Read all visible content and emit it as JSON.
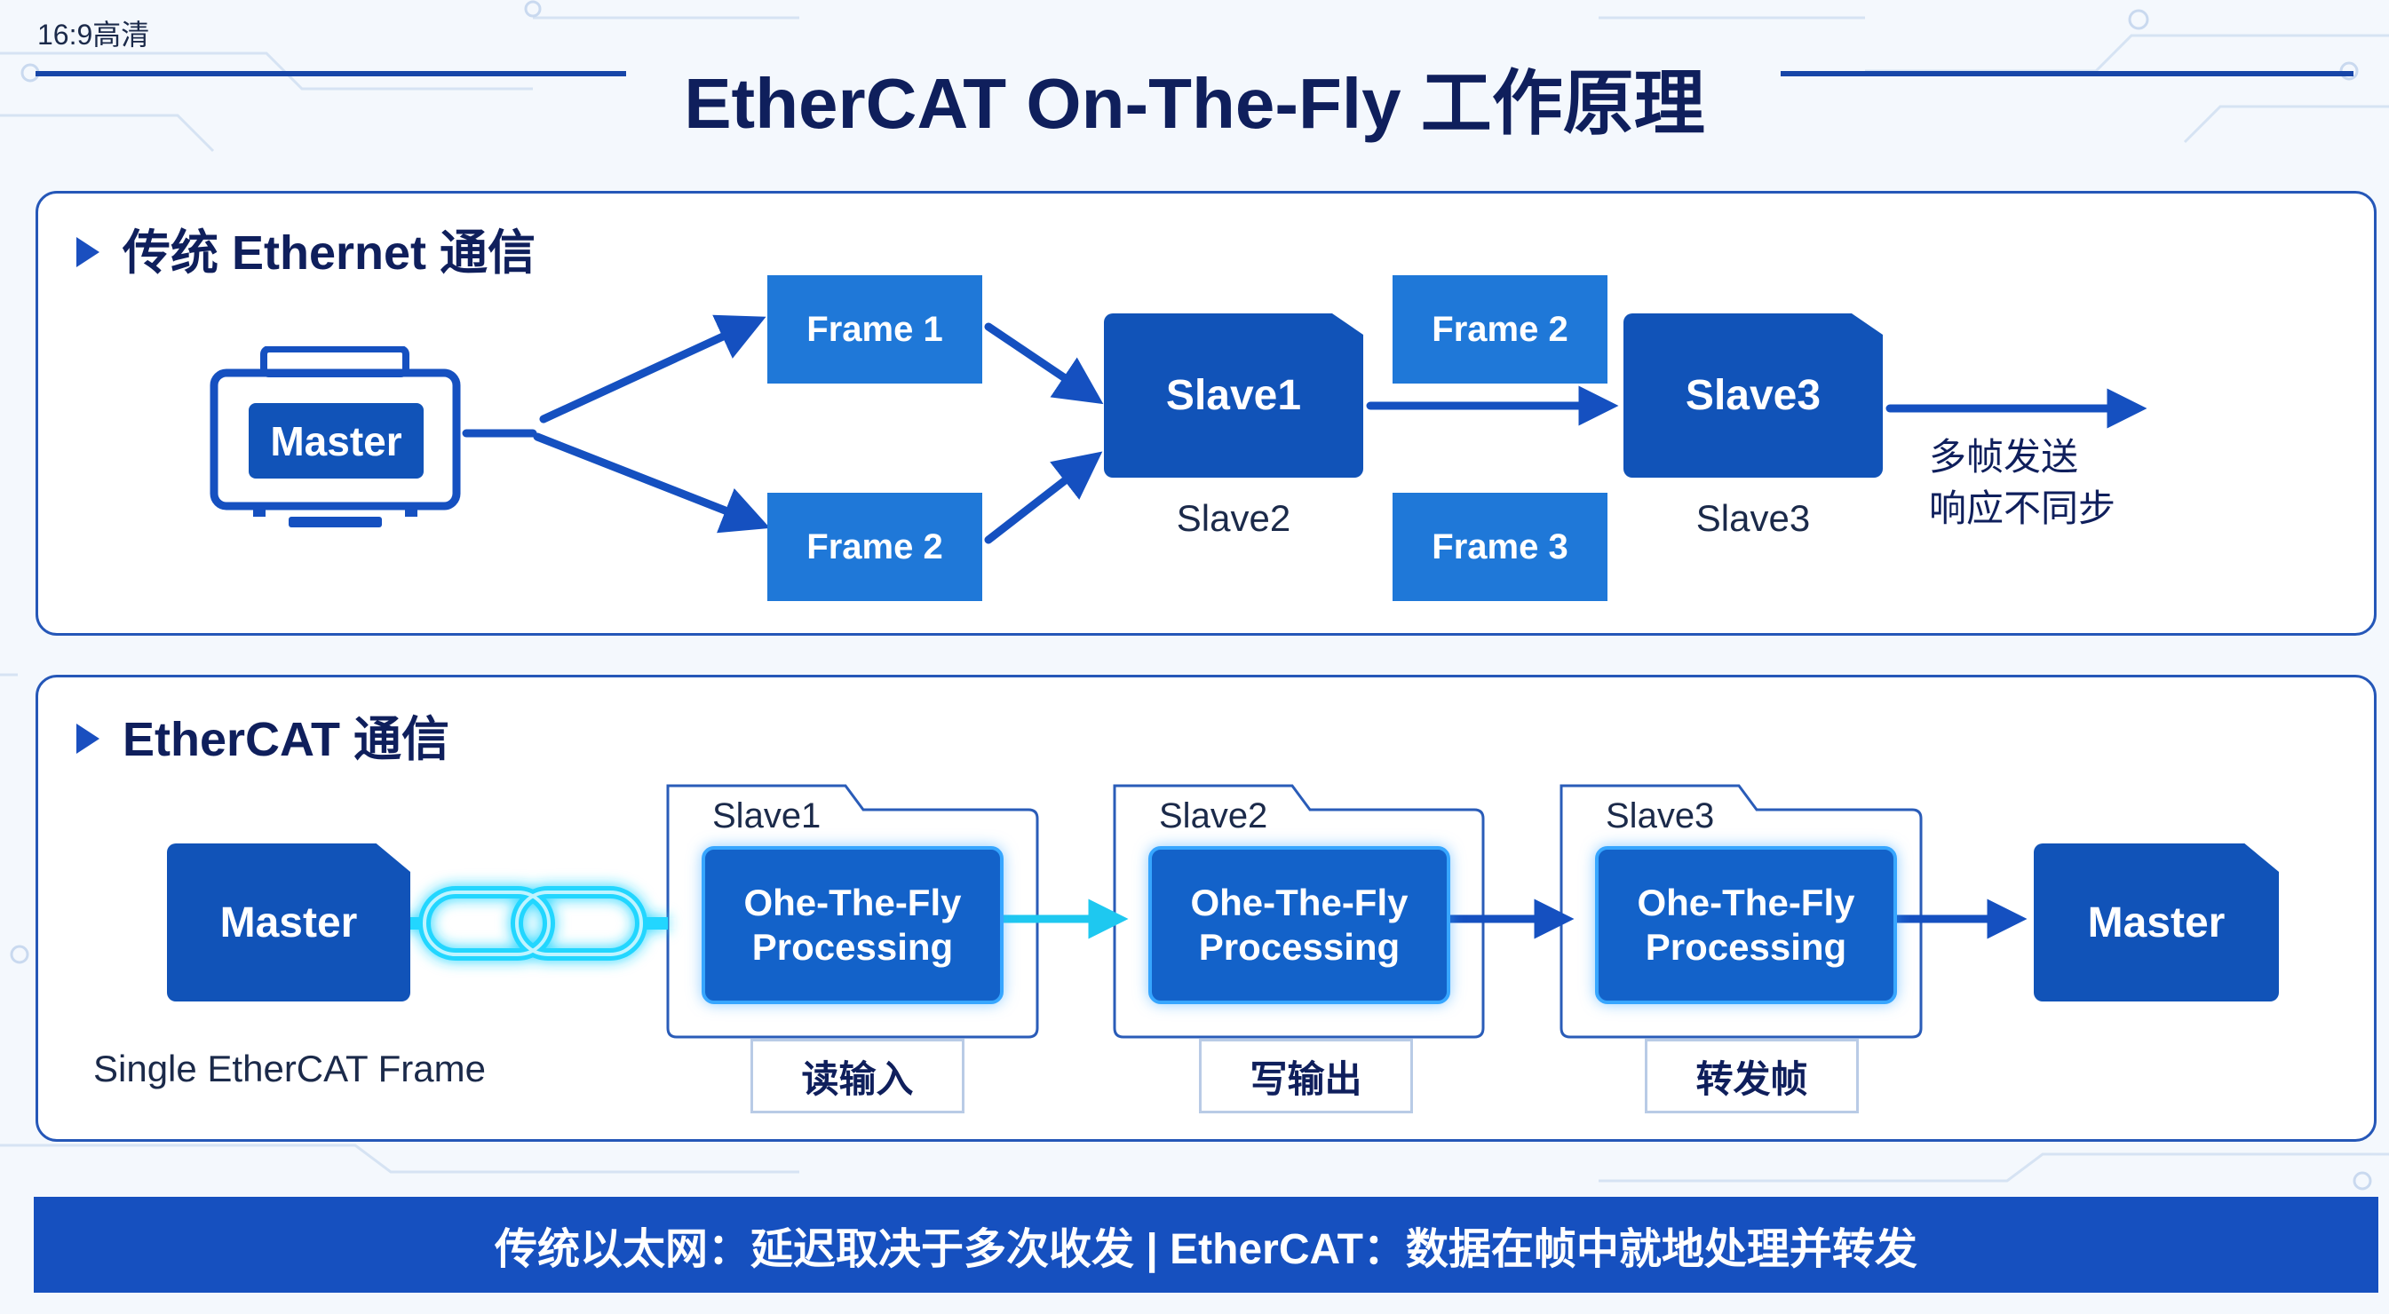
{
  "corner_label": "16:9高清",
  "title": "EtherCAT On-The-Fly 工作原理",
  "traditional": {
    "heading": "传统 Ethernet 通信",
    "master": "Master",
    "frame1": "Frame 1",
    "frame2_left": "Frame 2",
    "slave1": "Slave1",
    "slave1_caption": "Slave2",
    "frame2_right": "Frame 2",
    "frame3": "Frame 3",
    "slave3": "Slave3",
    "slave3_caption": "Slave3",
    "note_line1": "多帧发送",
    "note_line2": "响应不同步"
  },
  "ethercat": {
    "heading": "EtherCAT 通信",
    "master_left": "Master",
    "single_frame_caption": "Single EtherCAT Frame",
    "slaves": [
      {
        "tab": "Slave1",
        "proc_line1": "Ohe-The-Fly",
        "proc_line2": "Processing",
        "op": "读输入"
      },
      {
        "tab": "Slave2",
        "proc_line1": "Ohe-The-Fly",
        "proc_line2": "Processing",
        "op": "写输出"
      },
      {
        "tab": "Slave3",
        "proc_line1": "Ohe-The-Fly",
        "proc_line2": "Processing",
        "op": "转发帧"
      }
    ],
    "master_right": "Master"
  },
  "footer": "传统以太网：延迟取决于多次收发 | EtherCAT：数据在帧中就地处理并转发",
  "colors": {
    "primary": "#1153b8",
    "frame": "#1f78d8",
    "accent_cyan": "#20d4ff",
    "title": "#0f1f5c",
    "footer_bg": "#1650bf"
  }
}
